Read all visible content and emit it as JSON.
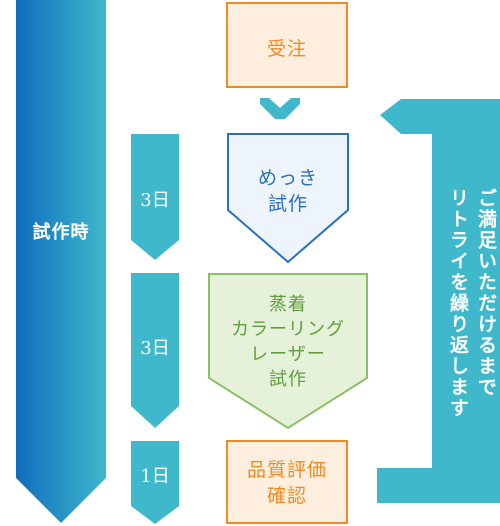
{
  "colors": {
    "teal": "#3fb8cc",
    "blue_dark": "#0f6dbd",
    "orange": "#f08a24",
    "orange_fill": "#fdeedd",
    "blue_stroke": "#2a6fc0",
    "blue_fill": "#eef4fb",
    "green_stroke": "#8dc066",
    "green_fill": "#e6f1da",
    "green_text": "#5f9e3a"
  },
  "trial_period": {
    "label": "試作時"
  },
  "durations": [
    {
      "label": "3日"
    },
    {
      "label": "3日"
    },
    {
      "label": "1日"
    }
  ],
  "steps": {
    "order": {
      "lines": [
        "受注"
      ]
    },
    "plating": {
      "lines": [
        "めっき",
        "試作"
      ]
    },
    "laser": {
      "lines": [
        "蒸着",
        "カラーリング",
        "レーザー",
        "試作"
      ]
    },
    "quality": {
      "lines": [
        "品質評価",
        "確認"
      ]
    }
  },
  "retry": {
    "lines": [
      "ご満足いただけるまで",
      "リトライを繰り返します"
    ]
  }
}
